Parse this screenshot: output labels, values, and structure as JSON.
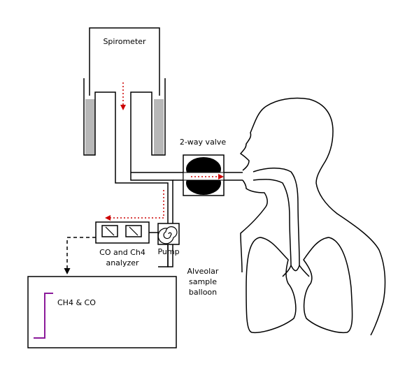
{
  "labels": {
    "spirometer": "Spirometer",
    "valve": "2-way valve",
    "analyzer_line1": "CO and Ch4",
    "analyzer_line2": "analyzer",
    "pump": "Pump",
    "balloon_line1": "Alveolar",
    "balloon_line2": "sample",
    "balloon_line3": "balloon",
    "trace": "CH4 & CO"
  },
  "colors": {
    "line": "#000000",
    "water": "#b8b8b8",
    "flow_arrow": "#cc0000",
    "trace": "#8b1a9a"
  }
}
